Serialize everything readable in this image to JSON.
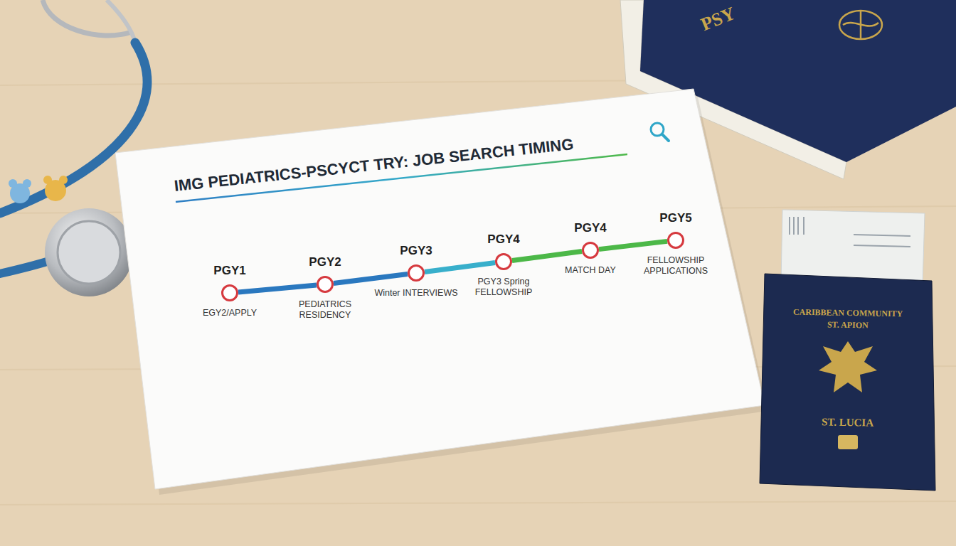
{
  "diagram": {
    "title": "IMG PEDIATRICS-PSCYCT TRY: JOB SEARCH TIMING",
    "nodes": [
      {
        "text": [
          "PGY1",
          "EGY2/APPLY"
        ]
      },
      {
        "text": [
          "PGY2",
          "PEDIATRICS RESIDENCY"
        ]
      },
      {
        "text": [
          "PGY3",
          "Winter INTERVIEWS"
        ]
      },
      {
        "text": [
          "PGY4",
          "PGY3 Spring FELLOWSHIP"
        ]
      },
      {
        "text": [
          "PGY4",
          "MATCH DAY"
        ]
      },
      {
        "text": [
          "PGY5",
          "FELLOWSHIP APPLICATIONS"
        ]
      }
    ],
    "edges": [
      {
        "from": 0,
        "to": 1,
        "arrow": "none"
      },
      {
        "from": 1,
        "to": 2,
        "arrow": "none"
      },
      {
        "from": 2,
        "to": 3,
        "arrow": "none"
      },
      {
        "from": 3,
        "to": 4,
        "arrow": "none"
      },
      {
        "from": 4,
        "to": 5,
        "arrow": "none"
      }
    ],
    "labels": [
      "PSY",
      "CARIBBEAN COMMUNITY",
      "ST. APION",
      "ST. LUCIA"
    ]
  }
}
